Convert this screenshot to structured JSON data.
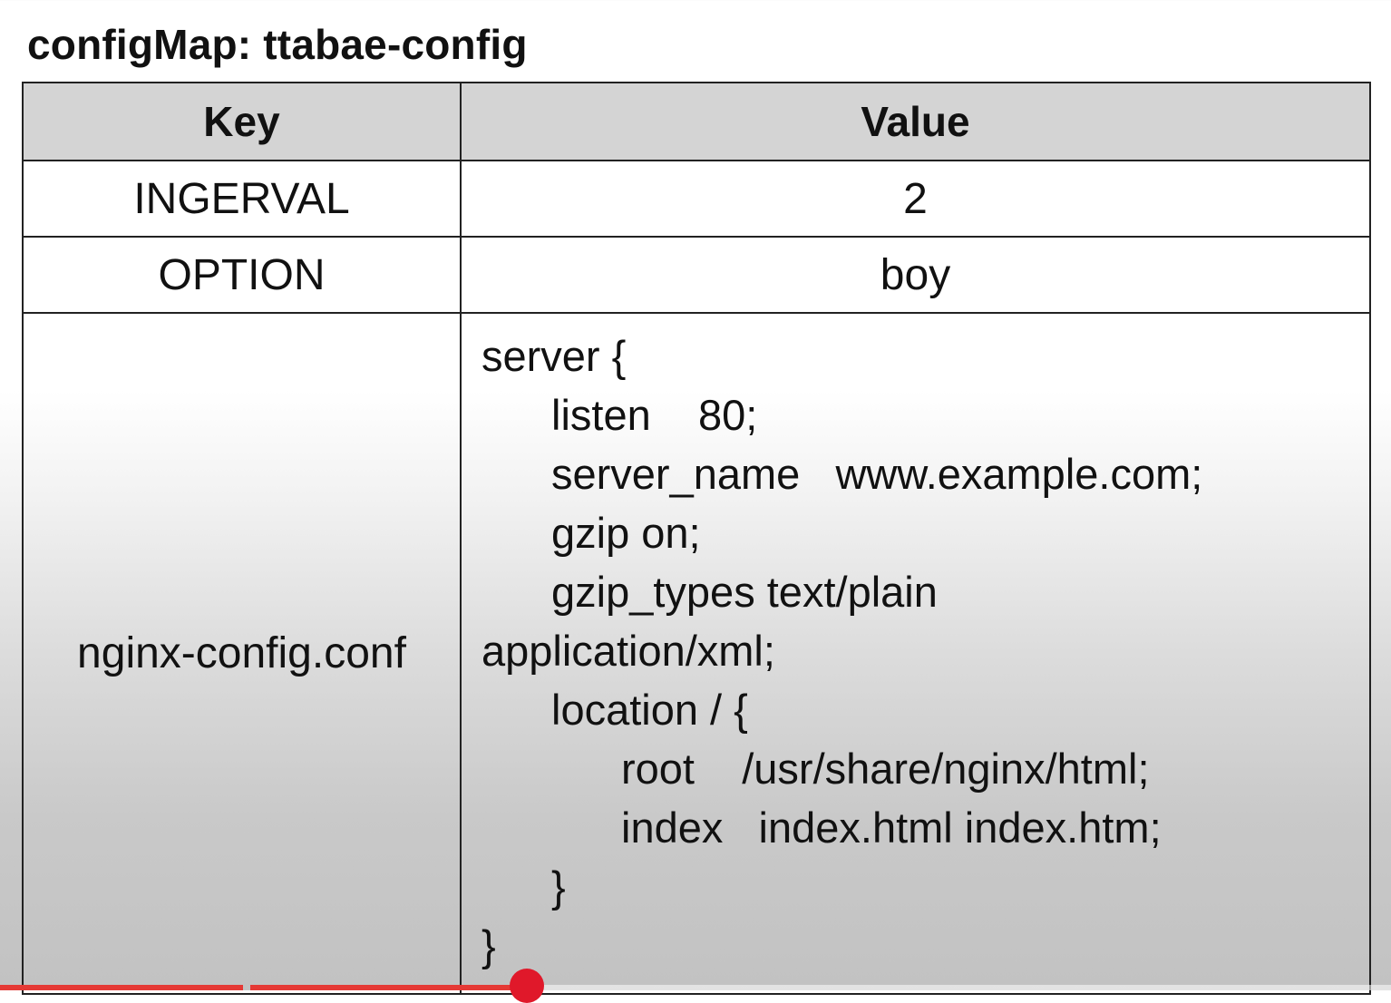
{
  "title": "configMap: ttabae-config",
  "table": {
    "headers": {
      "key": "Key",
      "value": "Value"
    },
    "rows": [
      {
        "key": "INGERVAL",
        "value": "2"
      },
      {
        "key": "OPTION",
        "value": "boy"
      },
      {
        "key": "nginx-config.conf",
        "value_lines": [
          "server {",
          "listen    80;",
          "server_name   www.example.com;",
          "gzip on;",
          "gzip_types text/plain",
          "application/xml;",
          "location / {",
          "root    /usr/share/nginx/html;",
          "index   index.html index.htm;",
          "}",
          "}"
        ]
      }
    ]
  },
  "video_player": {
    "progress_fraction": 0.37,
    "accent_color": "#e53935"
  }
}
